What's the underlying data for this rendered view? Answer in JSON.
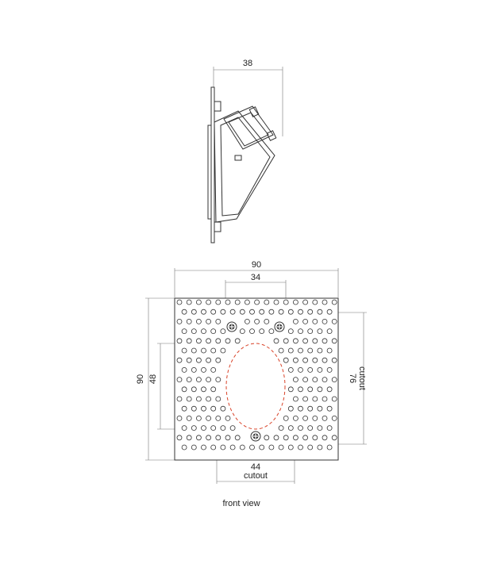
{
  "side_view": {
    "width_label": "38"
  },
  "front_view": {
    "overall_width_label": "90",
    "top_spacing_label": "34",
    "overall_height_label": "90",
    "inner_height_label": "48",
    "cutout_height_label": "76",
    "cutout_height_sublabel": "cutout",
    "cutout_width_label": "44",
    "cutout_width_sublabel": "cutout",
    "caption": "front view"
  },
  "colors": {
    "line": "#333333",
    "dim_line": "#777777",
    "cutout": "#d9442a",
    "text": "#222222"
  }
}
